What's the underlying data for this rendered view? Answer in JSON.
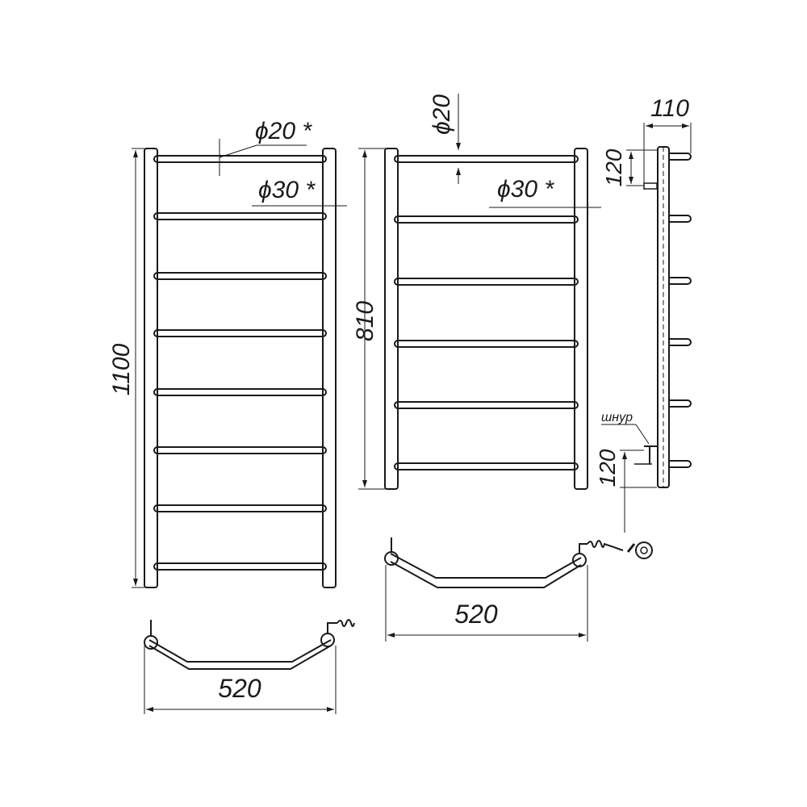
{
  "drawing": {
    "large_rail": {
      "height_dim": "1100",
      "crossbar_diameter": "ϕ20 *",
      "post_diameter": "ϕ30 *",
      "width_dim": "520"
    },
    "small_rail": {
      "height_dim": "810",
      "crossbar_diameter": "ϕ20",
      "post_diameter": "ϕ30 *",
      "width_dim": "520"
    },
    "side_view": {
      "depth_dim": "110",
      "top_offset_dim": "120",
      "bottom_offset_dim": "120",
      "cord_label": "шнур"
    }
  }
}
